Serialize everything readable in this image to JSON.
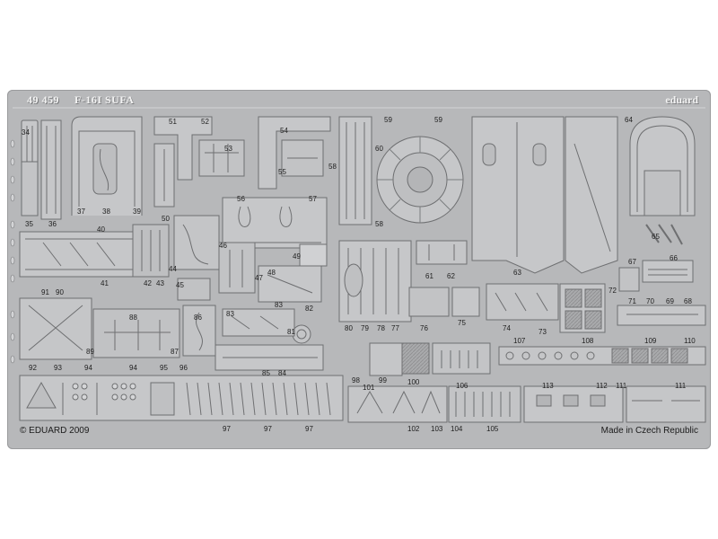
{
  "header": {
    "code": "49 459",
    "title": "F-16I SUFA",
    "brand": "eduard"
  },
  "footer": {
    "copyright": "© EDUARD 2009",
    "origin": "Made in Czech Republic"
  },
  "colors": {
    "fret": "#b7b8ba",
    "etch_light": "#d3d4d6",
    "etch_dark": "#6e6f71",
    "text": "#1e1e1e"
  },
  "part_numbers": {
    "p34": "34",
    "p35": "35",
    "p36": "36",
    "p37": "37",
    "p38": "38",
    "p39": "39",
    "p40": "40",
    "p41": "41",
    "p42": "42",
    "p43": "43",
    "p44": "44",
    "p45": "45",
    "p46": "46",
    "p47": "47",
    "p48": "48",
    "p49": "49",
    "p50": "50",
    "p51": "51",
    "p52": "52",
    "p53": "53",
    "p54": "54",
    "p55": "55",
    "p56": "56",
    "p57": "57",
    "p58": "58",
    "p58b": "58",
    "p59": "59",
    "p59b": "59",
    "p60": "60",
    "p61": "61",
    "p62": "62",
    "p63": "63",
    "p64": "64",
    "p65": "65",
    "p66": "66",
    "p67": "67",
    "p68": "68",
    "p69": "69",
    "p70": "70",
    "p71": "71",
    "p72": "72",
    "p73": "73",
    "p74": "74",
    "p75": "75",
    "p76": "76",
    "p77": "77",
    "p78": "78",
    "p79": "79",
    "p80": "80",
    "p81": "81",
    "p82": "82",
    "p83": "83",
    "p83b": "83",
    "p84": "84",
    "p85": "85",
    "p86": "86",
    "p87": "87",
    "p88": "88",
    "p89": "89",
    "p90": "90",
    "p91": "91",
    "p92": "92",
    "p93": "93",
    "p94": "94",
    "p94b": "94",
    "p95": "95",
    "p96": "96",
    "p97": "97",
    "p97b": "97",
    "p97c": "97",
    "p98": "98",
    "p99": "99",
    "p100": "100",
    "p101": "101",
    "p102": "102",
    "p103": "103",
    "p104": "104",
    "p105": "105",
    "p106": "106",
    "p107": "107",
    "p108": "108",
    "p109": "109",
    "p110": "110",
    "p111": "111",
    "p111b": "111",
    "p112": "112",
    "p113": "113"
  }
}
